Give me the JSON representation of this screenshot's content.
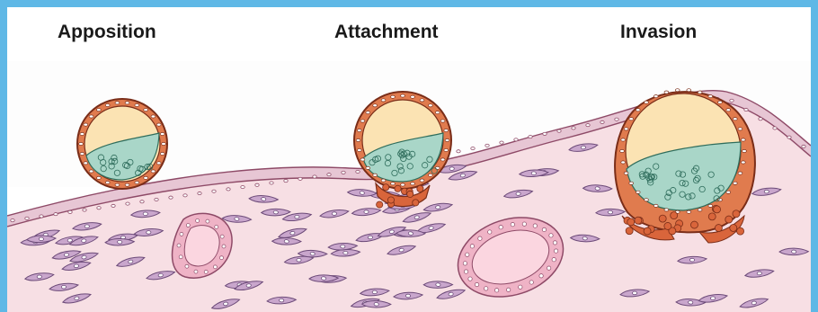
{
  "stages": [
    {
      "id": "apposition",
      "label": "Apposition"
    },
    {
      "id": "attachment",
      "label": "Attachment"
    },
    {
      "id": "invasion",
      "label": "Invasion"
    }
  ],
  "colors": {
    "border": "#5fb8e6",
    "stroma": "#f7dfe4",
    "epithelium_cell": "#e7c6d4",
    "epithelium_outline": "#8e4a67",
    "trophoblast": "#e07b4e",
    "trophoblast_outline": "#7a2d18",
    "blastocoel": "#fbe3b3",
    "inner_cell_mass": "#a9d6c8",
    "stromal_cell": "#c9a6cc",
    "gland_cell": "#efb3c6",
    "gland_lumen": "#fbd6e0"
  }
}
